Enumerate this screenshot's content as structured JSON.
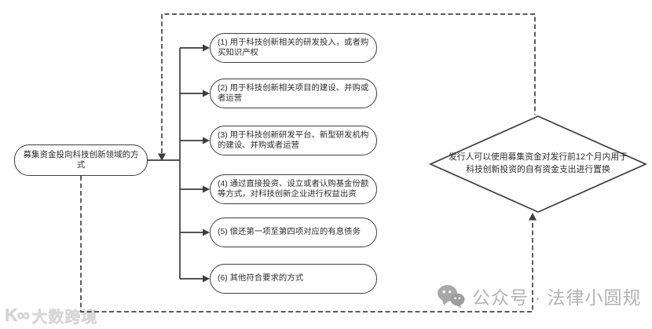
{
  "diagram": {
    "start": {
      "label": "募集资金投向科技创新领域的方式"
    },
    "items": [
      {
        "label": "(1) 用于科技创新相关的研发投入，或者购买知识产权"
      },
      {
        "label": "(2) 用于科技创新相关项目的建设、并购或者运营"
      },
      {
        "label": "(3) 用于科技创新研发平台、新型研发机构的建设、并购或者运营"
      },
      {
        "label": "(4) 通过直接投资、设立或者认购基金份额等方式，对科技创新企业进行权益出资"
      },
      {
        "label": "(5) 偿还第一项至第四项对应的有息债务"
      },
      {
        "label": "(6) 其他符合要求的方式"
      }
    ],
    "decision": {
      "label": "发行人可以使用募集资金对发行前12个月内用于科技创新投资的自有资金支出进行置换"
    }
  },
  "watermarks": {
    "left": {
      "logo_glyph": "K∞",
      "text": "大数跨境"
    },
    "right": {
      "icon": "wechat-icon",
      "text": "公众号 · 法律小圆规"
    }
  },
  "colors": {
    "line": "#3d3d3d",
    "text": "#2d2d2d",
    "background": "#ffffff",
    "watermark_left": "#d7d7d7",
    "watermark_right": "#b3b3b3"
  }
}
